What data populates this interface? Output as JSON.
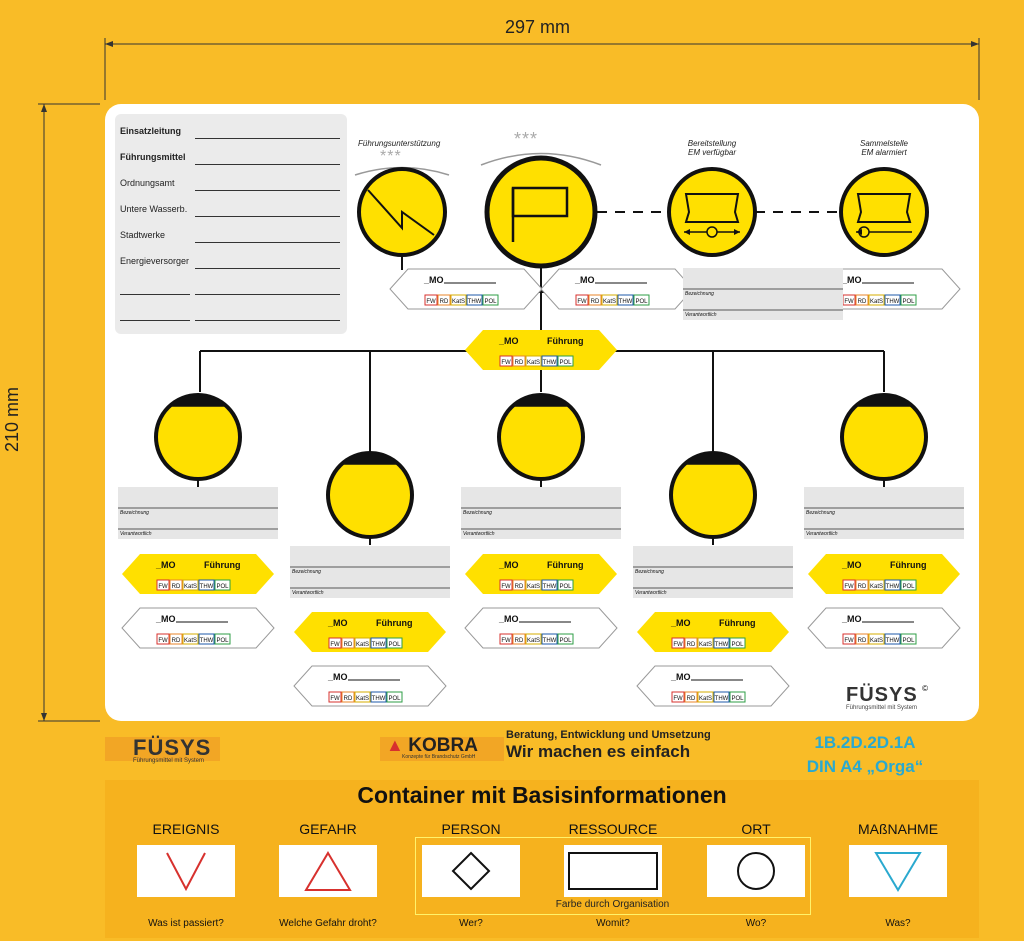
{
  "dimensions": {
    "width_label": "297 mm",
    "height_label": "210 mm"
  },
  "info_box": {
    "rows": [
      "Einsatzleitung",
      "Führungsmittel",
      "Ordnungsamt",
      "Untere Wasserb.",
      "Stadtwerke",
      "Energieversorger",
      "",
      ""
    ]
  },
  "top_units": {
    "fuehrungsunterstuetzung": "Führungsunterstützung",
    "bereitstellung_1": "Bereitstellung",
    "bereitstellung_2": "EM verfügbar",
    "sammelstelle_1": "Sammelstelle",
    "sammelstelle_2": "EM alarmiert",
    "stars": "***"
  },
  "tags": {
    "mo": "_MO",
    "fuehrung": "Führung",
    "fw": "FW",
    "rd": "RD",
    "kats": "KatS",
    "thw": "THW",
    "pol": "POL",
    "bezeichnung": "Bezeichnung",
    "verantwortlich": "Verantwortlich"
  },
  "board_logo": {
    "name": "FÜSYS",
    "copyright": "©",
    "tagline": "Führungsmittel mit System"
  },
  "footer": {
    "fuesys_name": "FÜSYS",
    "fuesys_tagline": "Führungsmittel mit System",
    "kobra_name": "KOBRA",
    "kobra_tagline": "Konzepte für Brandschutz GmbH",
    "slogan_small": "Beratung, Entwicklung und Umsetzung",
    "slogan_big": "Wir machen es einfach",
    "code": "1B.2D.2D.1A",
    "format": "DIN A4 „Orga“"
  },
  "container": {
    "title": "Container mit Basisinformationen",
    "categories": [
      {
        "label": "EREIGNIS",
        "question": "Was ist passiert?",
        "symbol": "chevron-v",
        "color": "#D7312E"
      },
      {
        "label": "GEFAHR",
        "question": "Welche Gefahr droht?",
        "symbol": "triangle",
        "color": "#D7312E"
      },
      {
        "label": "PERSON",
        "question": "Wer?",
        "symbol": "diamond",
        "color": "#111111"
      },
      {
        "label": "RESSOURCE",
        "question": "Womit?",
        "symbol": "rectangle",
        "color": "#111111"
      },
      {
        "label": "ORT",
        "question": "Wo?",
        "symbol": "circle",
        "color": "#111111"
      },
      {
        "label": "MAßNAHME",
        "question": "Was?",
        "symbol": "inverted-triangle",
        "color": "#2AA9CF"
      }
    ],
    "group_label": "Farbe durch Organisation"
  },
  "colors": {
    "background": "#F9BC27",
    "unit_fill": "#FFE000",
    "line": "#111111",
    "red": "#D7312E",
    "teal": "#2AA9CF",
    "fw": "#D7312E",
    "rd": "#E8862A",
    "kats": "#D6AE00",
    "thw": "#1E5AA8",
    "pol": "#2E9E44"
  }
}
